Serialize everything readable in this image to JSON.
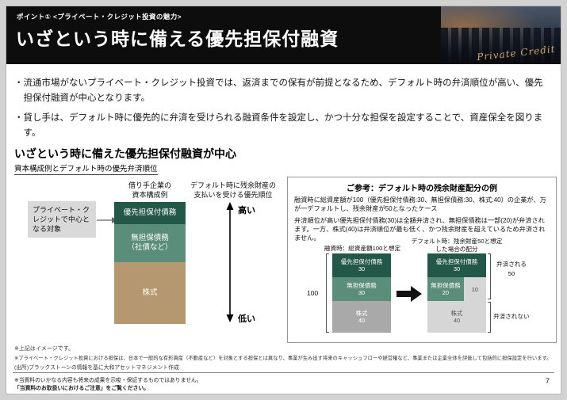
{
  "colors": {
    "header_bg": "#0d0d0d",
    "dark_green": "#235748",
    "mid_green": "#5b8d7b",
    "tan": "#b5986f",
    "equity_gray": "#a9a9a9",
    "light_gray": "#d6d6d6",
    "box_gray": "#d9d9d9",
    "script_gold": "#c8a46d"
  },
  "header": {
    "kicker": "ポイント① <プライベート・クレジット投資の魅力>",
    "title": "いざという時に備える優先担保付融資",
    "photo_text": "Private Credit"
  },
  "bullets": [
    {
      "marker": "・",
      "text": "流通市場がないプライベート・クレジット投資では、返済までの保有が前提となるため、デフォルト時の弁済順位が高い、優先担保付融資が中心となります。"
    },
    {
      "marker": "・",
      "text": "貸し手は、デフォルト時に優先的に弁済を受けられる融資条件を設定し、かつ十分な担保を設定することで、資産保全を図ります。"
    }
  ],
  "section": {
    "heading": "いざという時に備えた優先担保付融資が中心",
    "subheading": "資本構成例とデフォルト時の優先弁済順位"
  },
  "diagram": {
    "target_box": "プライベート・クレジットで中心となる対象",
    "stack_title": {
      "line1": "借り手企業の",
      "line2": "資本構成例"
    },
    "segments": {
      "senior": "優先担保付債務",
      "unsecured_line1": "無担保債務",
      "unsecured_line2": "（社債など）",
      "equity": "株式"
    },
    "priority": {
      "line1": "デフォルト時に残余財産の",
      "line2": "支払いを受ける優先順位",
      "high": "高い",
      "low": "低い"
    }
  },
  "reference": {
    "title": "ご参考：デフォルト時の残余財産配分の例",
    "para1": "融資時に総資産額が100（優先担保付債務:30、無担保債務:30、株式:40）の企業が、万が一デフォルトし、残余財産が50となったケース",
    "para2": "弁済順位が高い優先担保付債務(30)は全額弁済され、無担保債務は一部(20)が弁済されます。一方、株式(40)は弁済順位が最も低く、かつ残余財産を超えているため弁済されません。",
    "before": {
      "title": "融資時：総資産額100と想定",
      "total": "100",
      "senior_label": "優先担保付債務",
      "senior_value": "30",
      "unsecured_label": "無担保債務",
      "unsecured_value": "30",
      "equity_label": "株式",
      "equity_value": "40"
    },
    "after": {
      "title_line1": "デフォルト時：残余財産50と想定",
      "title_line2": "した場合の配分",
      "senior_label": "優先担保付債務",
      "senior_value": "30",
      "unsecured_label": "無担保債務",
      "unsecured_paid": "20",
      "unsecured_unpaid": "10",
      "equity_label": "株式",
      "equity_value": "40",
      "paid_label": "弁済される",
      "paid_value": "50",
      "unpaid_label": "弁済されない"
    }
  },
  "footnotes": [
    "※上記はイメージです。",
    "※プライベート・クレジット投資における担保は、日本で一般的な有形資産（不動産など）を対象とする担保とは異なり、事業が生み出す将来のキャッシュフローや経営権など、事業または企業全体を評価して包括的に担保設定を行います。",
    "(出所)ブラックストーンの情報を基に大和アセットマネジメント作成"
  ],
  "footer": {
    "note1": "※当資料のいかなる内容も将来の成果を示唆・保証するものではありません。",
    "note2": "「当資料のお取扱いにおけるご注意」をご覧ください。",
    "page_number": "7"
  }
}
